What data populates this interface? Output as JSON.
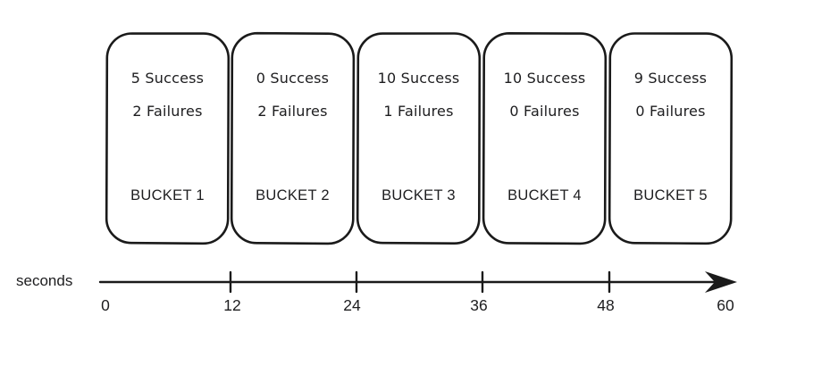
{
  "chart_data": {
    "type": "diagram",
    "title": "",
    "xlabel": "seconds",
    "ylabel": "",
    "axis": {
      "label": "seconds",
      "tick_labels": [
        "0",
        "12",
        "24",
        "36",
        "48",
        "60"
      ],
      "tick_values": [
        0,
        12,
        24,
        36,
        48,
        60
      ],
      "range": [
        0,
        60
      ],
      "unit": "seconds",
      "bucket_width_seconds": 12,
      "arrow_at_end": true,
      "grid": false,
      "legend": "none"
    },
    "categories": [
      "BUCKET 1",
      "BUCKET 2",
      "BUCKET 3",
      "BUCKET 4",
      "BUCKET 5"
    ],
    "series": [
      {
        "name": "Success",
        "values": [
          5,
          0,
          10,
          10,
          9
        ]
      },
      {
        "name": "Failures",
        "values": [
          2,
          2,
          1,
          0,
          0
        ]
      }
    ]
  },
  "buckets": [
    {
      "label": "BUCKET 1",
      "success_text": "5 Success",
      "failures_text": "2 Failures",
      "success_count": 5,
      "failures_count": 2,
      "range_start": 0,
      "range_end": 12
    },
    {
      "label": "BUCKET 2",
      "success_text": "0 Success",
      "failures_text": "2 Failures",
      "success_count": 0,
      "failures_count": 2,
      "range_start": 12,
      "range_end": 24
    },
    {
      "label": "BUCKET 3",
      "success_text": "10 Success",
      "failures_text": "1 Failures",
      "success_count": 10,
      "failures_count": 1,
      "range_start": 24,
      "range_end": 36
    },
    {
      "label": "BUCKET 4",
      "success_text": "10 Success",
      "failures_text": "0 Failures",
      "success_count": 10,
      "failures_count": 0,
      "range_start": 36,
      "range_end": 48
    },
    {
      "label": "BUCKET 5",
      "success_text": "9 Success",
      "failures_text": "0 Failures",
      "success_count": 9,
      "failures_count": 0,
      "range_start": 48,
      "range_end": 60
    }
  ],
  "axis_caption": "seconds",
  "tick_labels": [
    "0",
    "12",
    "24",
    "36",
    "48",
    "60"
  ],
  "colors": {
    "background": "#ffffff",
    "stroke": "#1a1a1a",
    "text": "#1d1d1f"
  }
}
